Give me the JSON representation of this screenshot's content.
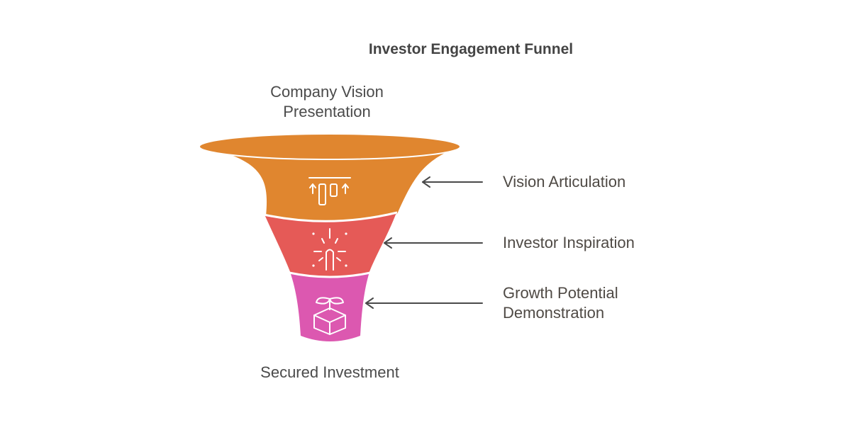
{
  "title": "Investor Engagement Funnel",
  "top_label": "Company Vision\nPresentation",
  "bottom_label": "Secured Investment",
  "stages": [
    {
      "label": "Vision Articulation",
      "color": "#e0862f",
      "icon": "columns-arrows-icon"
    },
    {
      "label": "Investor Inspiration",
      "color": "#e55a57",
      "icon": "sparkle-icon"
    },
    {
      "label": "Growth Potential\nDemonstration",
      "color": "#dc58b0",
      "icon": "sprout-box-icon"
    }
  ],
  "colors": {
    "text": "#4a4a4a",
    "arrow": "#4a4a4a",
    "rim": "#e0862f"
  }
}
